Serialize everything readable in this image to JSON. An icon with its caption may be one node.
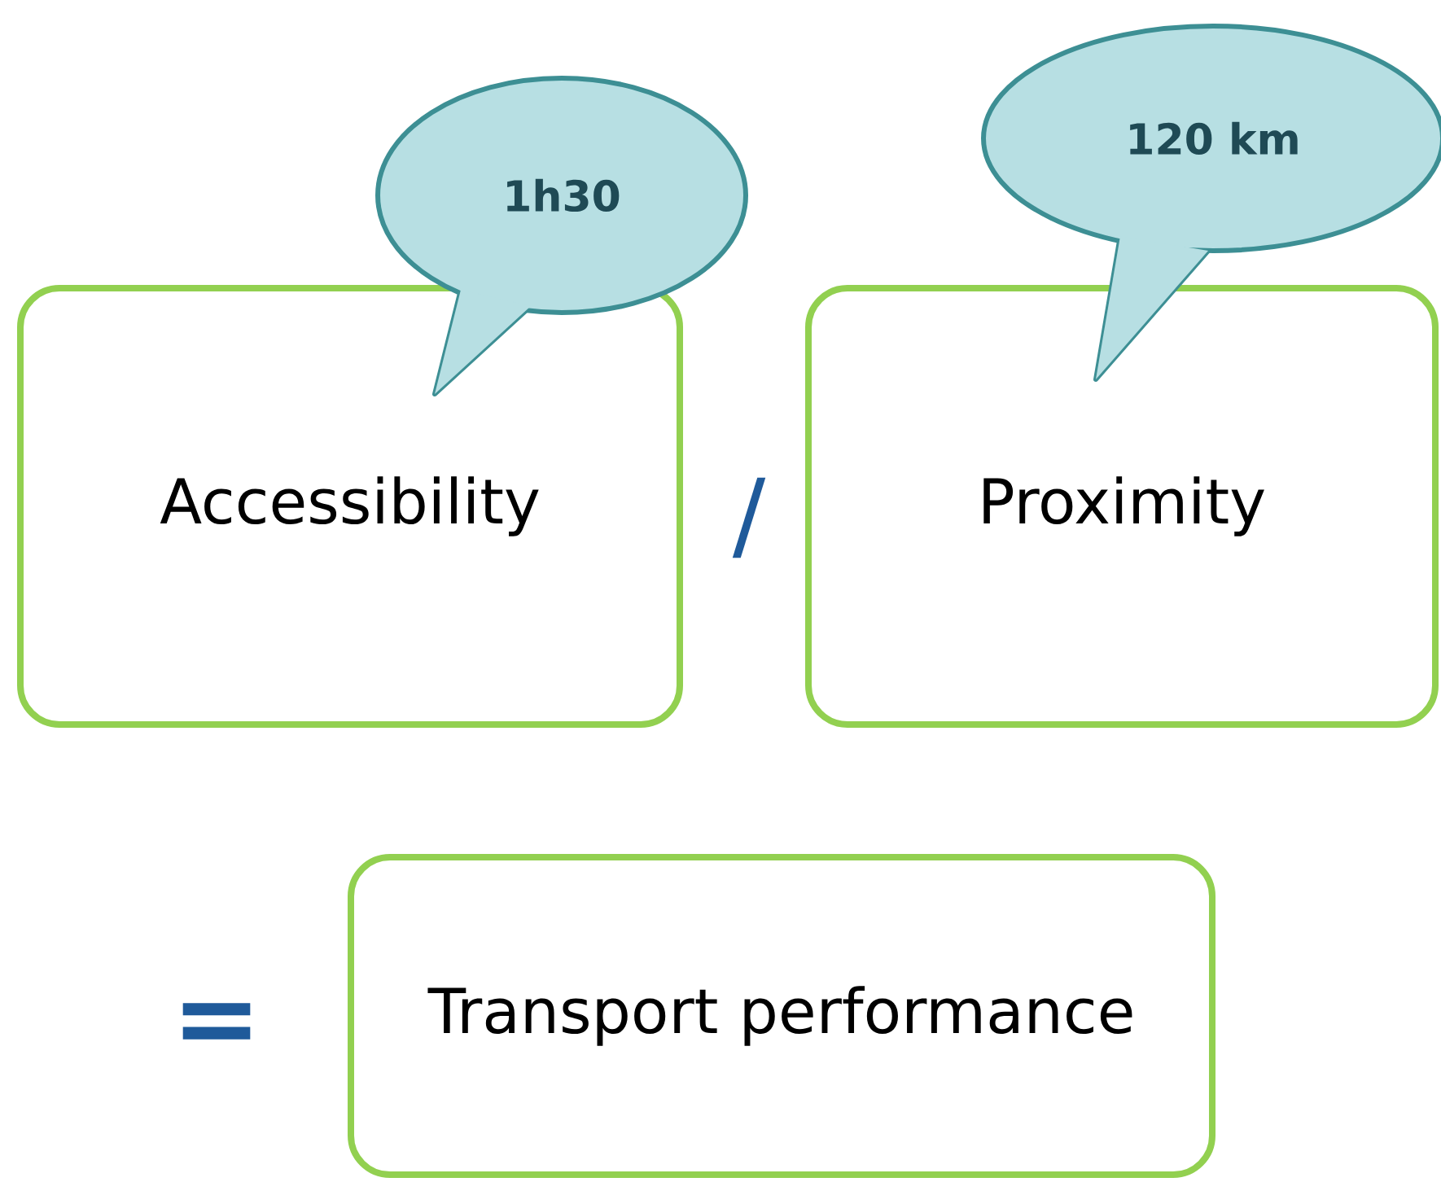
{
  "diagram": {
    "nodes": [
      {
        "text": [
          "Accessibility"
        ]
      },
      {
        "text": [
          "Proximity"
        ]
      },
      {
        "text": [
          "Transport performance"
        ]
      },
      {
        "text": [
          "1h30"
        ]
      },
      {
        "text": [
          "120 km"
        ]
      }
    ],
    "labels": [
      "/",
      "="
    ]
  }
}
